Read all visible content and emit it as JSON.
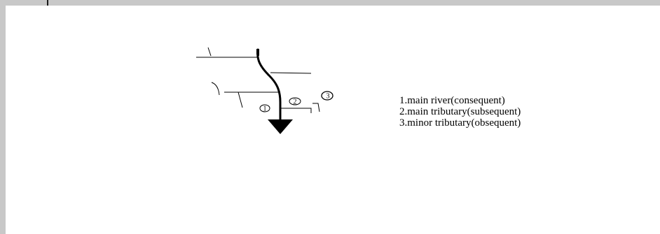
{
  "legend": {
    "items": [
      "1.main river(consequent)",
      "2.main tributary(subsequent)",
      "3.minor tributary(obsequent)"
    ]
  },
  "markers": {
    "one": "1",
    "two": "2",
    "three": "3"
  },
  "colors": {
    "background": "#ffffff",
    "frame": "#c8c8c8",
    "ink": "#000000"
  },
  "icons": {
    "flow_direction": "arrow-down-icon"
  }
}
